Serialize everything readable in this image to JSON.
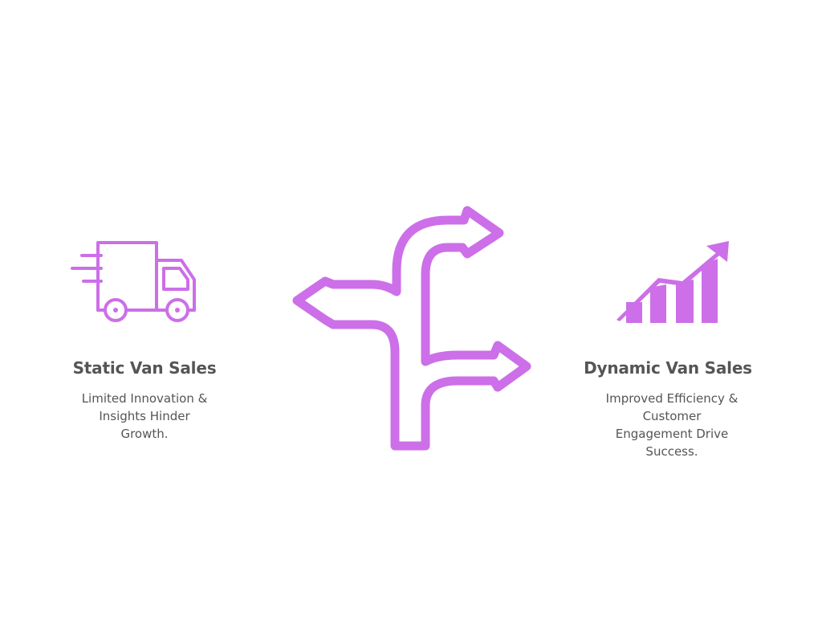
{
  "accent_color": "#CC6FE8",
  "text_color": "#555555",
  "left": {
    "icon": "delivery-truck-icon",
    "title": "Static Van Sales",
    "description": "Limited Innovation & Insights Hinder Growth."
  },
  "center": {
    "icon": "branching-arrows-icon"
  },
  "right": {
    "icon": "growth-chart-icon",
    "title": "Dynamic Van Sales",
    "description": "Improved Efficiency & Customer Engagement Drive Success."
  }
}
